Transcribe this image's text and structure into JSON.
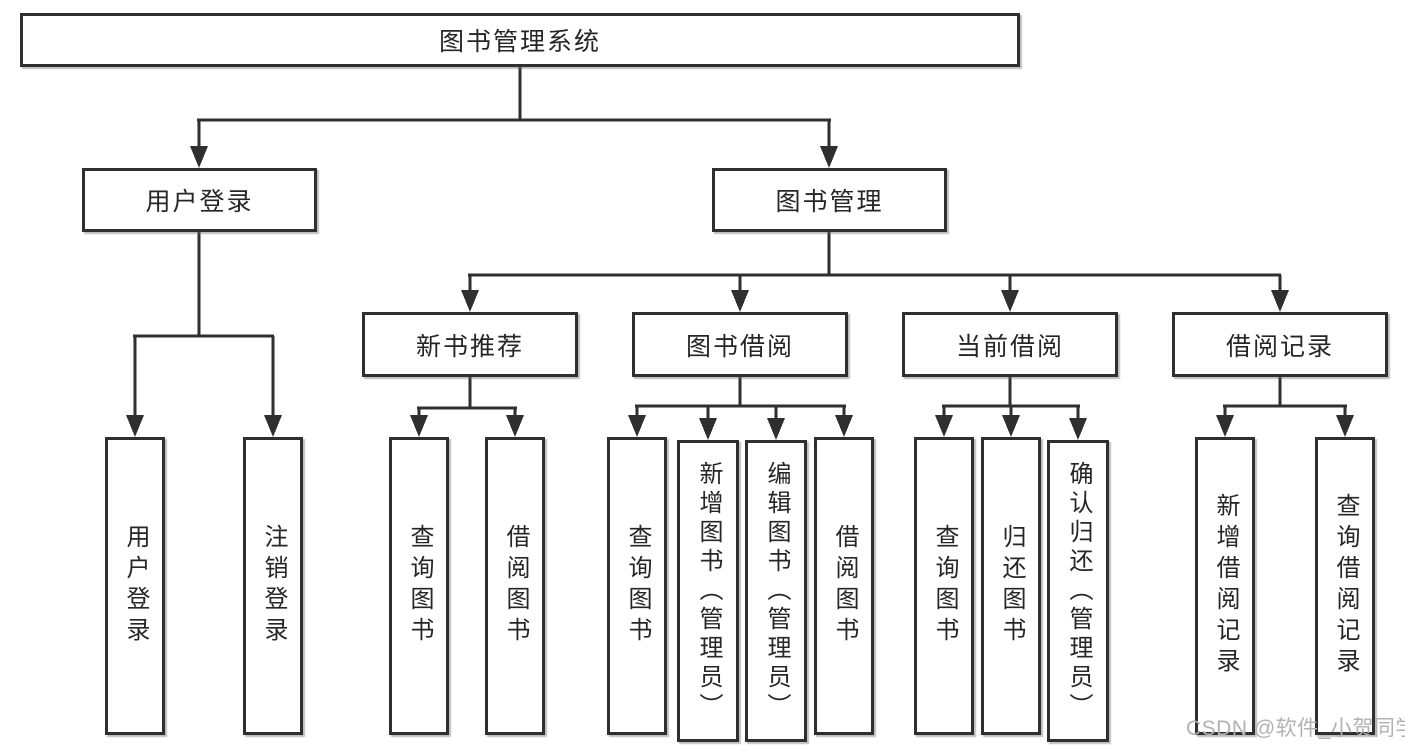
{
  "colors": {
    "line": "#2f2f2f",
    "border": "#2f2f2f",
    "text": "#262626",
    "background": "#ffffff",
    "watermark_text": "#b2b2b2"
  },
  "nodes": {
    "root": {
      "label": "图书管理系统"
    },
    "level2": [
      {
        "label": "用户登录"
      },
      {
        "label": "图书管理"
      }
    ],
    "level3": [
      {
        "label": "新书推荐"
      },
      {
        "label": "图书借阅"
      },
      {
        "label": "当前借阅"
      },
      {
        "label": "借阅记录"
      }
    ],
    "leaves": [
      {
        "label": "用户登录"
      },
      {
        "label": "注销登录"
      },
      {
        "label": "查询图书"
      },
      {
        "label": "借阅图书"
      },
      {
        "label": "查询图书"
      },
      {
        "label": "新增图书（管理员）"
      },
      {
        "label": "编辑图书（管理员）"
      },
      {
        "label": "借阅图书"
      },
      {
        "label": "查询图书"
      },
      {
        "label": "归还图书"
      },
      {
        "label": "确认归还（管理员）"
      },
      {
        "label": "新增借阅记录"
      },
      {
        "label": "查询借阅记录"
      }
    ]
  },
  "watermark": {
    "label": "CSDN @软件_小贺同学"
  }
}
